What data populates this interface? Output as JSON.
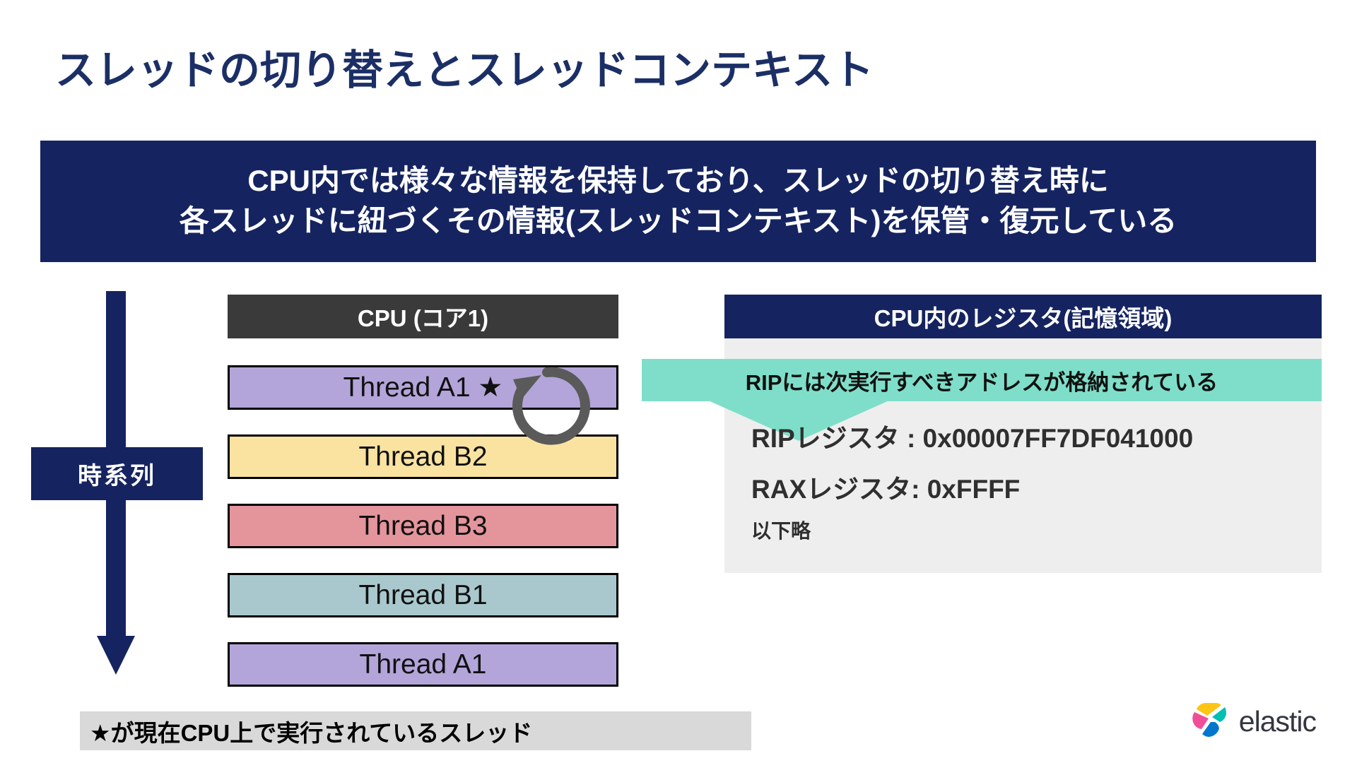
{
  "slide": {
    "title": "スレッドの切り替えとスレッドコンテキスト",
    "title_color": "#1b2f66",
    "background": "#ffffff"
  },
  "summary_banner": {
    "background": "#152460",
    "text_color": "#ffffff",
    "lines": [
      "CPU内では様々な情報を保持しており、スレッドの切り替え時に",
      "各スレッドに紐づくその情報(スレッドコンテキスト)を保管・復元している"
    ]
  },
  "timeline": {
    "label": "時系列",
    "color": "#152460",
    "direction": "down"
  },
  "cpu_core": {
    "header": "CPU (コア1)",
    "header_background": "#3a3a3a",
    "threads": [
      {
        "label": "Thread A1 ★",
        "color": "#b3a5d9",
        "running": true
      },
      {
        "label": "Thread B2",
        "color": "#fae3a0",
        "running": false
      },
      {
        "label": "Thread B3",
        "color": "#e4959c",
        "running": false
      },
      {
        "label": "Thread B1",
        "color": "#a9c8ce",
        "running": false
      },
      {
        "label": "Thread A1",
        "color": "#b3a5d9",
        "running": false
      }
    ],
    "switch_arrow_color": "#5a5a5a"
  },
  "registers": {
    "header": "CPU内のレジスタ(記憶領域)",
    "header_background": "#152460",
    "panel_background": "#eeeeee",
    "callout": {
      "text": "RIPには次実行すべきアドレスが格納されている",
      "background": "#7fdec9",
      "text_color": "#111111"
    },
    "lines": [
      "RIPレジスタ : 0x00007FF7DF041000",
      "RAXレジスタ: 0xFFFF",
      "以下略"
    ]
  },
  "footnote": {
    "text": "★が現在CPU上で実行されているスレッド",
    "background": "#d9d9d9"
  },
  "brand": {
    "name": "elastic",
    "mark_colors": [
      "#0077cc",
      "#00bfb3",
      "#fec514",
      "#f04e98",
      "#343741"
    ]
  }
}
